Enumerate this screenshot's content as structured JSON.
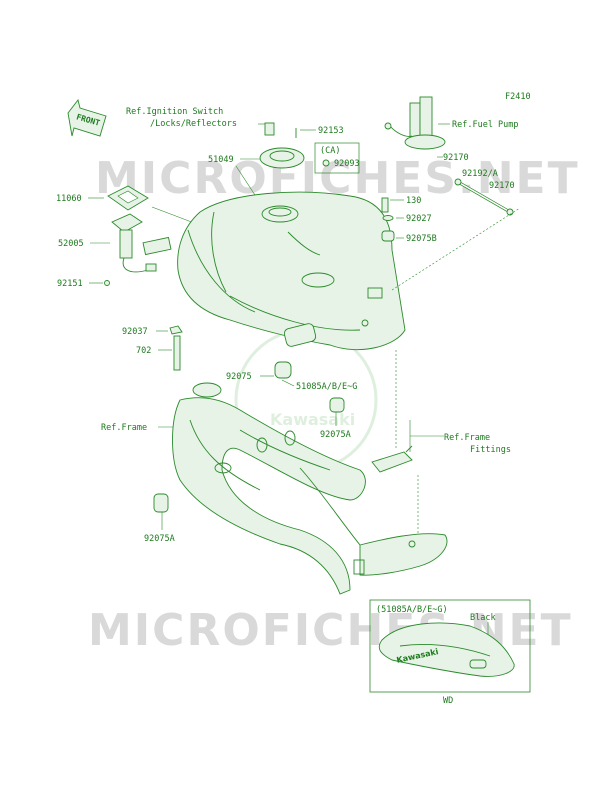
{
  "figure_code": "F2410",
  "front_label": "FRONT",
  "watermarks": [
    "MICROFICHES.NET",
    "MICROFICHES.NET"
  ],
  "logo_text": "Kawasaki",
  "refs": {
    "ignition_l1": "Ref.Ignition Switch",
    "ignition_l2": "/Locks/Reflectors",
    "fuel_pump": "Ref.Fuel Pump",
    "frame": "Ref.Frame",
    "frame_fittings_l1": "Ref.Frame",
    "frame_fittings_l2": "Fittings"
  },
  "parts": {
    "p92153": "92153",
    "p51049": "51049",
    "ca": "(CA)",
    "p92093": "92093",
    "p92170a": "92170",
    "p92192": "92192/A",
    "p92170b": "92170",
    "p11060": "11060",
    "p130": "130",
    "p92027": "92027",
    "p52005": "52005",
    "p92075B": "92075B",
    "p92151": "92151",
    "p92037": "92037",
    "p702": "702",
    "p92075": "92075",
    "p51085": "51085A/B/E~G",
    "p92075A_r": "92075A",
    "p92075A_l": "92075A"
  },
  "inset": {
    "label": "(51085A/B/E~G)",
    "color": "Black",
    "model": "WD"
  }
}
